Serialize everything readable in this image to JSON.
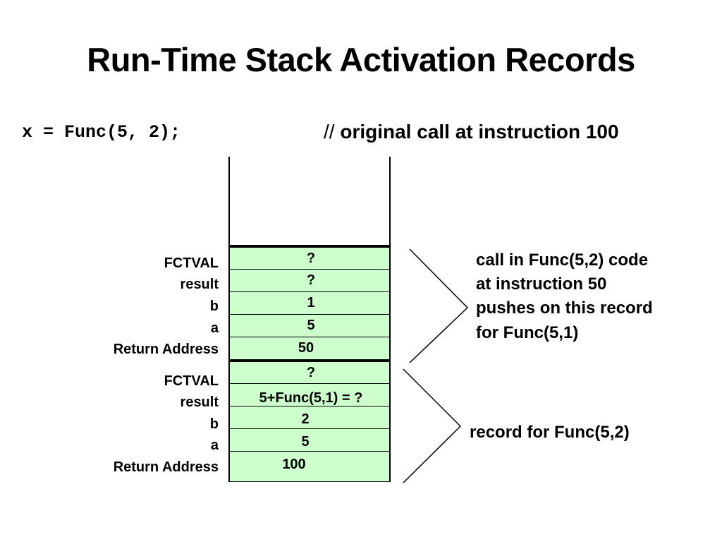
{
  "title": "Run-Time Stack Activation Records",
  "code_line": "x = Func(5, 2);",
  "comment": {
    "slashes": "//",
    "text": "original call at instruction 100"
  },
  "records": [
    {
      "rows": [
        {
          "label": "FCTVAL",
          "value": "?"
        },
        {
          "label": "result",
          "value": "?"
        },
        {
          "label": "b",
          "value": "1"
        },
        {
          "label": "a",
          "value": "5"
        },
        {
          "label": "Return Address",
          "value": "50"
        }
      ],
      "note_lines": [
        "call in Func(5,2) code",
        "at instruction 50",
        "pushes on this record",
        "for  Func(5,1)"
      ]
    },
    {
      "rows": [
        {
          "label": "FCTVAL",
          "value": "?"
        },
        {
          "label": "result",
          "value": "5+Func(5,1) = ?"
        },
        {
          "label": "b",
          "value": "2"
        },
        {
          "label": "a",
          "value": "5"
        },
        {
          "label": "Return Address",
          "value": "100"
        }
      ],
      "note_lines": [
        "record for Func(5,2)"
      ]
    }
  ],
  "colors": {
    "cell_fill": "#ccffcc",
    "line": "#000000"
  }
}
